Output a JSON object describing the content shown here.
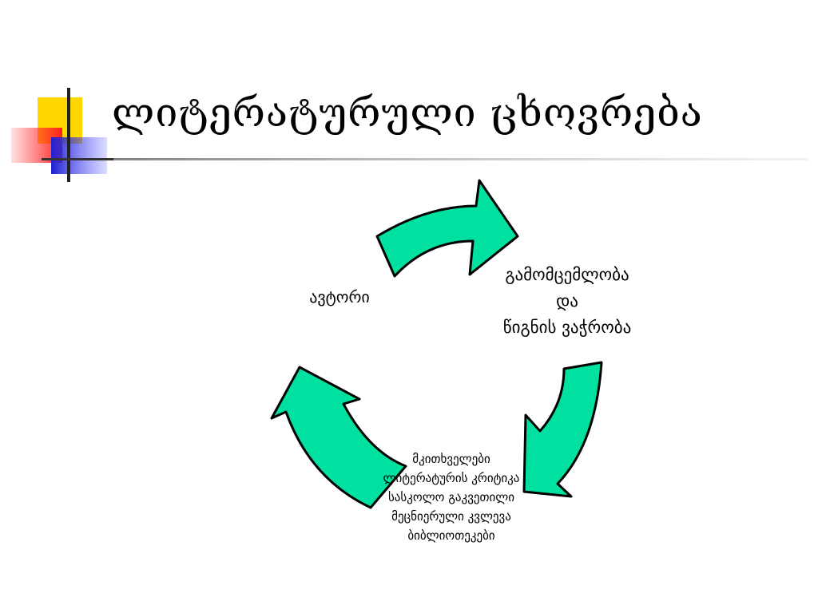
{
  "slide": {
    "title": "ლიტერატურული ცხოვრება"
  },
  "diagram": {
    "type": "cycle",
    "arrow_color": "#00e0a0",
    "nodes": {
      "author": "ავტორი",
      "publishing": [
        "გამომცემლობა",
        "და",
        "წიგნის ვაჭრობა"
      ],
      "readers": [
        "მკითხველები",
        "ლიტერატურის კრიტიკა",
        "სასკოლო გაკვეთილი",
        "მეცნიერული კვლევა",
        "ბიბლიოთეკები"
      ]
    }
  },
  "decoration": {
    "yellow": "#ffd700",
    "red": "#ff3333",
    "blue": "#3030e0",
    "line": "#808080"
  }
}
